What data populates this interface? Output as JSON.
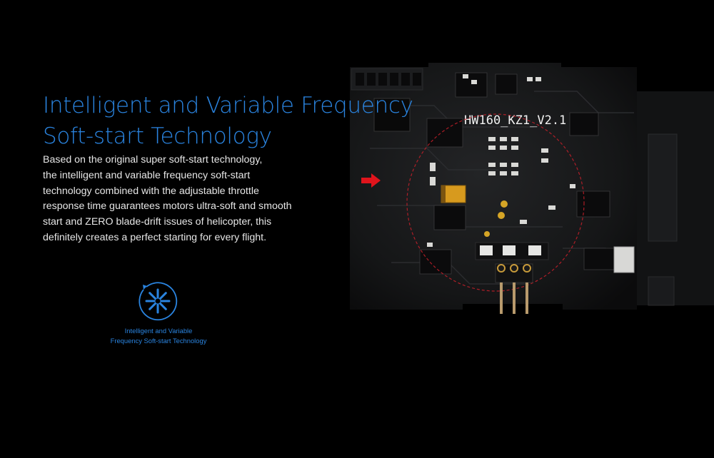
{
  "headline": {
    "line1": "Intelligent and Variable Frequency",
    "line2": "Soft-start Technology"
  },
  "description": {
    "lines": [
      "Based on the original super soft-start technology,",
      "the intelligent and variable frequency soft-start",
      "technology combined with the adjustable throttle",
      "response time guarantees motors ultra-soft and smooth",
      "start and ZERO blade-drift issues of helicopter, this",
      "definitely creates a perfect starting for every flight."
    ]
  },
  "feature": {
    "icon": "soft-start-burst-icon",
    "caption_line1": "Intelligent and Variable",
    "caption_line2": "Frequency Soft-start Technology"
  },
  "board": {
    "silkscreen_label": "HW160_KZ1_V2.1"
  },
  "colors": {
    "background": "#000000",
    "accent_blue": "#2a84e0",
    "body_text": "#e6e6e6",
    "pointer_red": "#e0141c",
    "highlight_circle": "#c8202a"
  }
}
